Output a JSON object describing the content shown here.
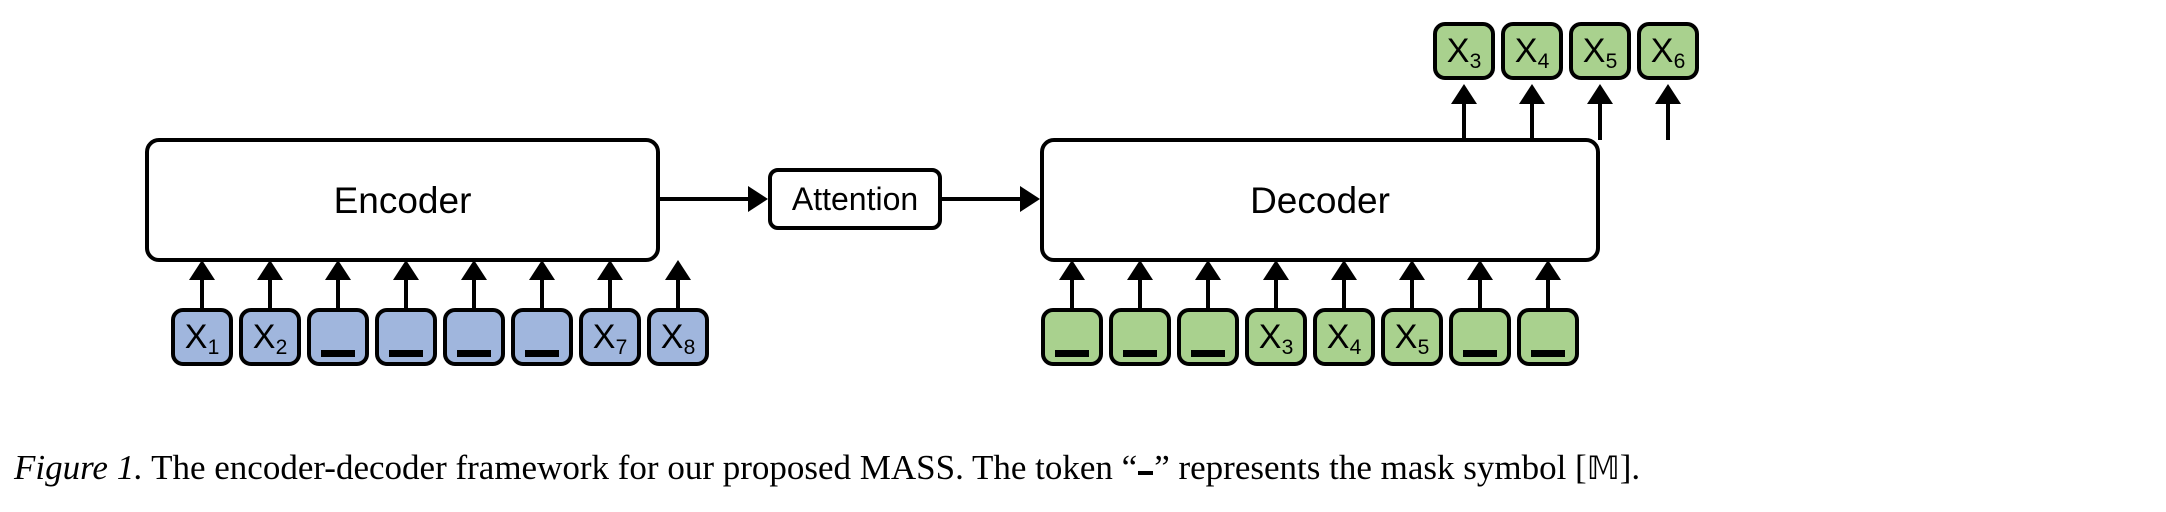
{
  "figure": {
    "encoder": {
      "label": "Encoder"
    },
    "attention": {
      "label": "Attention"
    },
    "decoder": {
      "label": "Decoder"
    },
    "mask_token_display": "_",
    "colors": {
      "encoder_token_fill": "#a0b6dd",
      "decoder_token_fill": "#a9d18e",
      "output_token_fill": "#a9d18e",
      "stroke": "#000000",
      "background": "#ffffff"
    },
    "encoder_inputs": [
      {
        "base": "X",
        "sub": "1",
        "masked": false
      },
      {
        "base": "X",
        "sub": "2",
        "masked": false
      },
      {
        "base": "",
        "sub": "",
        "masked": true
      },
      {
        "base": "",
        "sub": "",
        "masked": true
      },
      {
        "base": "",
        "sub": "",
        "masked": true
      },
      {
        "base": "",
        "sub": "",
        "masked": true
      },
      {
        "base": "X",
        "sub": "7",
        "masked": false
      },
      {
        "base": "X",
        "sub": "8",
        "masked": false
      }
    ],
    "decoder_inputs": [
      {
        "base": "",
        "sub": "",
        "masked": true
      },
      {
        "base": "",
        "sub": "",
        "masked": true
      },
      {
        "base": "",
        "sub": "",
        "masked": true
      },
      {
        "base": "X",
        "sub": "3",
        "masked": false
      },
      {
        "base": "X",
        "sub": "4",
        "masked": false
      },
      {
        "base": "X",
        "sub": "5",
        "masked": false
      },
      {
        "base": "",
        "sub": "",
        "masked": true
      },
      {
        "base": "",
        "sub": "",
        "masked": true
      }
    ],
    "decoder_outputs": [
      {
        "base": "X",
        "sub": "3",
        "masked": false
      },
      {
        "base": "X",
        "sub": "4",
        "masked": false
      },
      {
        "base": "X",
        "sub": "5",
        "masked": false
      },
      {
        "base": "X",
        "sub": "6",
        "masked": false
      }
    ]
  },
  "caption": {
    "figure_number": "Figure 1.",
    "text_before_mask": "The encoder-decoder framework for our proposed MASS. The token “",
    "text_after_mask": "” represents the mask symbol [",
    "mask_symbol": "𝕄",
    "text_end": "]."
  }
}
